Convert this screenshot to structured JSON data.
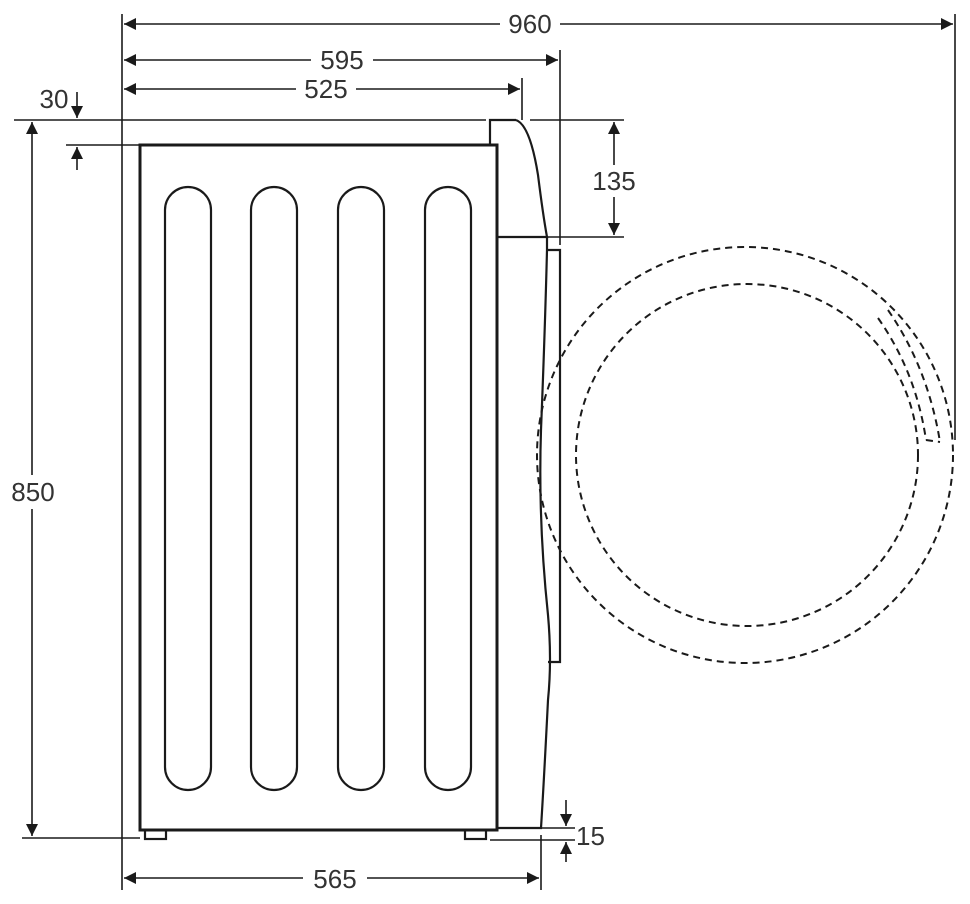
{
  "dimensions": {
    "total_depth_door_open": "960",
    "total_width": "595",
    "body_depth": "525",
    "top_offset": "30",
    "control_panel_height": "135",
    "height": "850",
    "feet_height": "15",
    "base_depth": "565"
  },
  "colors": {
    "line": "#1a1a1a",
    "text": "#333333",
    "background": "#ffffff"
  }
}
